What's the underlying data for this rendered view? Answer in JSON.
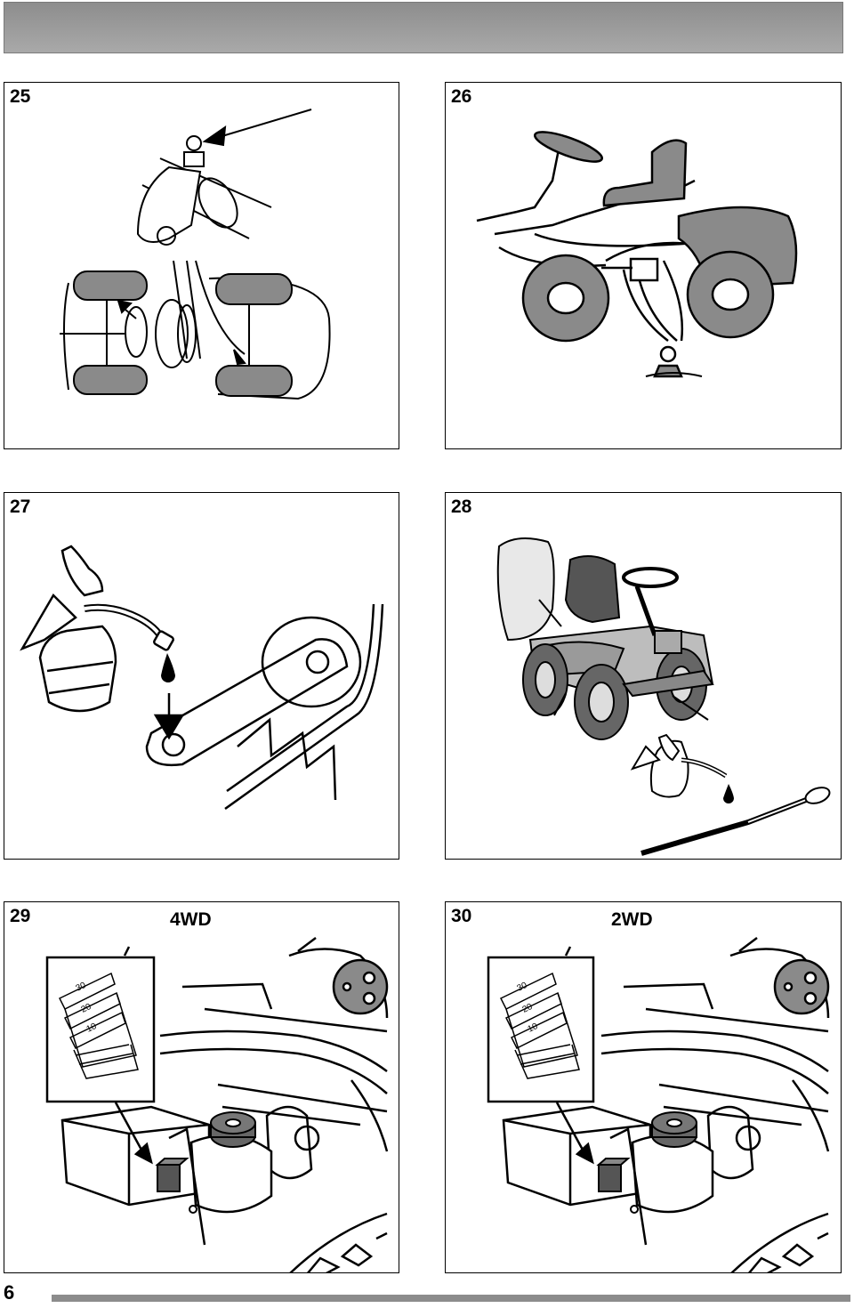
{
  "figures": [
    {
      "number": "25",
      "variant": ""
    },
    {
      "number": "26",
      "variant": ""
    },
    {
      "number": "27",
      "variant": ""
    },
    {
      "number": "28",
      "variant": ""
    },
    {
      "number": "29",
      "variant": "4WD"
    },
    {
      "number": "30",
      "variant": "2WD"
    }
  ],
  "inset_scale": [
    "30",
    "20",
    "10"
  ],
  "page_number": "6",
  "colors": {
    "header_bar": "#9a9a9a",
    "tire_fill": "#8a8a8a",
    "footer_bar": "#8c8c8c"
  }
}
